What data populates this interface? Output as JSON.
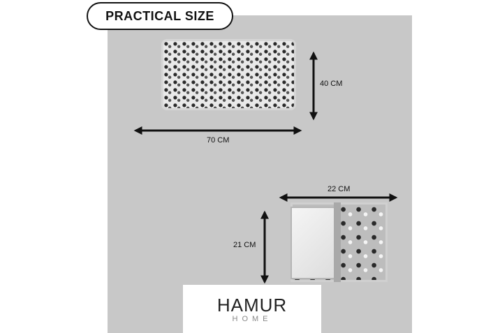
{
  "header": {
    "title": "PRACTICAL SIZE"
  },
  "dimensions": {
    "large_height": "40 CM",
    "large_width": "70 CM",
    "small_width": "22 CM",
    "small_height": "21 CM"
  },
  "brand": {
    "name": "HAMUR",
    "sub": "HOME"
  },
  "colors": {
    "panel": "#c8c8c8",
    "ink": "#111111"
  }
}
